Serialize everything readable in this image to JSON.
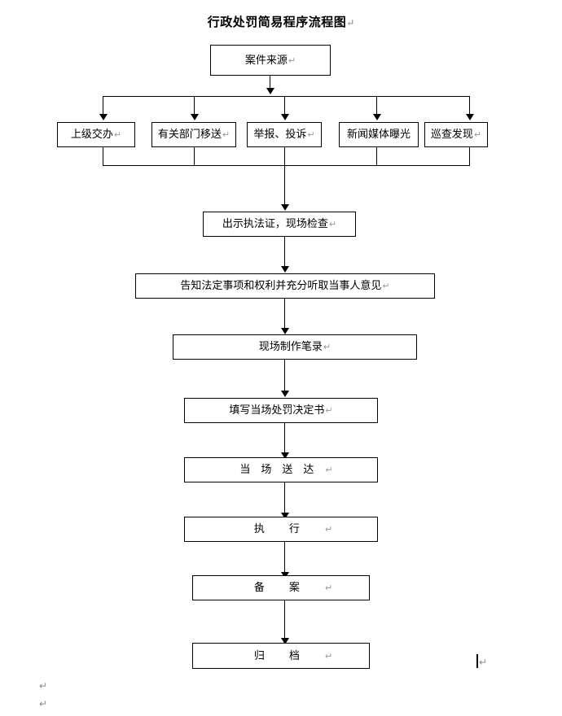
{
  "document": {
    "title": "行政处罚简易程序流程图",
    "pilcrow_glyph": "↵",
    "type": "flowchart"
  },
  "flowchart": {
    "source_node": {
      "id": "case-source",
      "label": "案件来源"
    },
    "source_channels": [
      {
        "id": "superior-assigned",
        "label": "上级交办"
      },
      {
        "id": "department-transfer",
        "label": "有关部门移送"
      },
      {
        "id": "report-complaint",
        "label": "举报、投诉"
      },
      {
        "id": "news-media-exposure",
        "label": "新闻媒体曝光"
      },
      {
        "id": "patrol-discovery",
        "label": "巡查发现"
      }
    ],
    "steps": [
      {
        "id": "show-credentials-inspect",
        "label": "出示执法证，现场检查",
        "spacing": "normal"
      },
      {
        "id": "inform-rights-hear-opinion",
        "label": "告知法定事项和权利并充分听取当事人意见",
        "spacing": "normal"
      },
      {
        "id": "make-on-site-record",
        "label": "现场制作笔录",
        "spacing": "normal"
      },
      {
        "id": "fill-penalty-decision",
        "label": "填写当场处罚决定书",
        "spacing": "normal"
      },
      {
        "id": "on-site-delivery",
        "label": "当场送达",
        "spacing": "spaced"
      },
      {
        "id": "execution",
        "label": "执行",
        "spacing": "spaced-wide"
      },
      {
        "id": "filing-record",
        "label": "备案",
        "spacing": "spaced-wide"
      },
      {
        "id": "archive",
        "label": "归档",
        "spacing": "spaced-wide"
      }
    ],
    "trailing_marks": [
      {
        "id": "paragraph-mark-1",
        "glyph": "↵"
      },
      {
        "id": "paragraph-mark-2",
        "glyph": "↵"
      },
      {
        "id": "text-cursor-mark",
        "glyph": "↵"
      }
    ]
  },
  "colors": {
    "line": "#000000",
    "text": "#000000",
    "background": "#ffffff",
    "pilcrow": "#9a9a9a"
  }
}
